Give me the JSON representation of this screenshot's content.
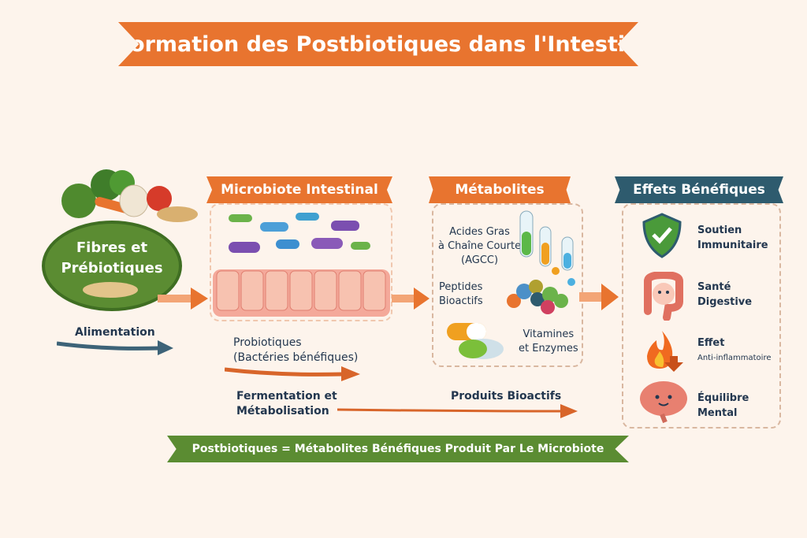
{
  "title": "Formation des Postbiotiques dans l'Intestin",
  "fibres": {
    "label_line1": "Fibres et",
    "label_line2": "Prébiotiques",
    "caption": "Alimentation"
  },
  "microbiote": {
    "header": "Microbiote Intestinal",
    "probiotiques_line1": "Probiotiques",
    "probiotiques_line2": "(Bactéries bénéfiques)",
    "fermentation_line1": "Fermentation et",
    "fermentation_line2": "Métabolisation"
  },
  "metabolites": {
    "header": "Métabolites",
    "agcc_line1": "Acides Gras",
    "agcc_line2": "à Chaîne Courte",
    "agcc_line3": "(AGCC)",
    "peptides_line1": "Peptides",
    "peptides_line2": "Bioactifs",
    "vitamines_line1": "Vitamines",
    "vitamines_line2": "et Enzymes",
    "produits": "Produits Bioactifs"
  },
  "effets": {
    "header": "Effets Bénéfiques",
    "items": [
      {
        "line1": "Soutien",
        "line2": "Immunitaire",
        "icon": "shield-check-icon"
      },
      {
        "line1": "Santé",
        "line2": "Digestive",
        "icon": "intestine-icon"
      },
      {
        "line1": "Effet",
        "line2": "Anti-inflammatoire",
        "icon": "flame-down-icon"
      },
      {
        "line1": "Équilibre",
        "line2": "Mental",
        "icon": "brain-icon"
      }
    ]
  },
  "footer": "Postbiotiques = Métabolites Bénéfiques Produit Par Le Microbiote",
  "colors": {
    "orange": "#e8742f",
    "teal": "#2e5b6e",
    "green": "#5b8c32",
    "background": "#fdf4ec"
  }
}
